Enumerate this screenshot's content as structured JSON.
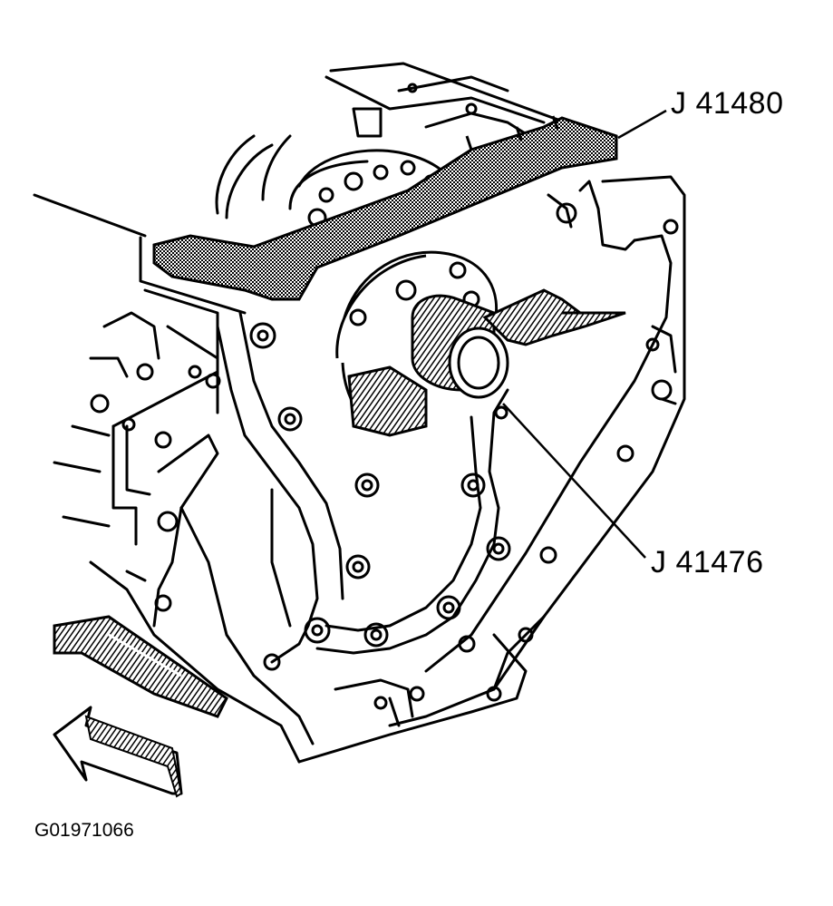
{
  "callouts": {
    "tool_top": "J 41480",
    "tool_bottom": "J 41476"
  },
  "figure_id": "G01971066",
  "colors": {
    "ink": "#000000",
    "paper": "#ffffff",
    "tool_shading": "#5a5a5a"
  },
  "icons": [
    "direction-arrow-icon"
  ]
}
